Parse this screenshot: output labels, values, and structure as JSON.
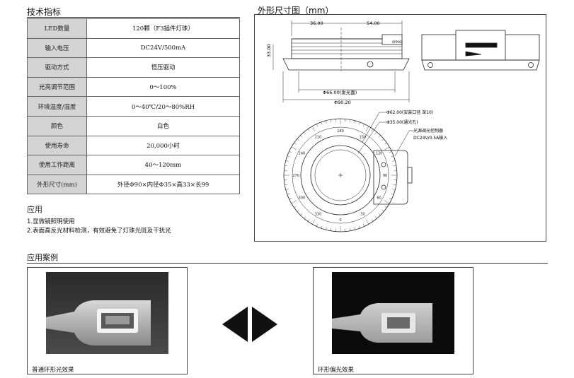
{
  "spec": {
    "title": "技术指标",
    "rows": [
      {
        "label": "LED数量",
        "value": "120颗（F3插件灯珠）"
      },
      {
        "label": "输入电压",
        "value": "DC24V/500mA"
      },
      {
        "label": "驱动方式",
        "value": "恒压驱动"
      },
      {
        "label": "光亮调节范围",
        "value": "0～100%"
      },
      {
        "label": "环境温度/湿度",
        "value": "0～40℃/20～80%RH"
      },
      {
        "label": "颜色",
        "value": "白色"
      },
      {
        "label": "使用寿命",
        "value": "20,000小时"
      },
      {
        "label": "使用工作距离",
        "value": "40～120mm"
      },
      {
        "label": "外形尺寸(mm)",
        "value": "外径Φ90×内径Φ35×高33×长99"
      }
    ]
  },
  "application": {
    "title": "应用",
    "items": [
      "1.显微镜照明使用",
      "2.表面高反光材料检测，有效避免了灯珠光斑及干扰光"
    ]
  },
  "drawing": {
    "title": "外形尺寸图（mm）",
    "dim_left_width": "36.00",
    "dim_right_width": "54.00",
    "dim_height": "33.00",
    "dim_emit": "Φ66.00(发光面)",
    "dim_outer": "Φ90.20",
    "label_mount": "Φ62.00(安装口径 深10)",
    "label_clear": "Φ35.00(通光孔)",
    "label_dimmer": "光源调光控制器",
    "label_input": "DC24V/0.5A输入",
    "brand": "OPPOS",
    "scale_labels": [
      "0",
      "30",
      "60",
      "90",
      "120",
      "150",
      "180",
      "210",
      "240",
      "270",
      "300",
      "330"
    ]
  },
  "cases": {
    "title": "应用案例",
    "left_caption": "普通环形光效果",
    "right_caption": "环形偏光效果"
  },
  "colors": {
    "table_header_bg": "#d4d4d4",
    "arrow": "#111111"
  }
}
